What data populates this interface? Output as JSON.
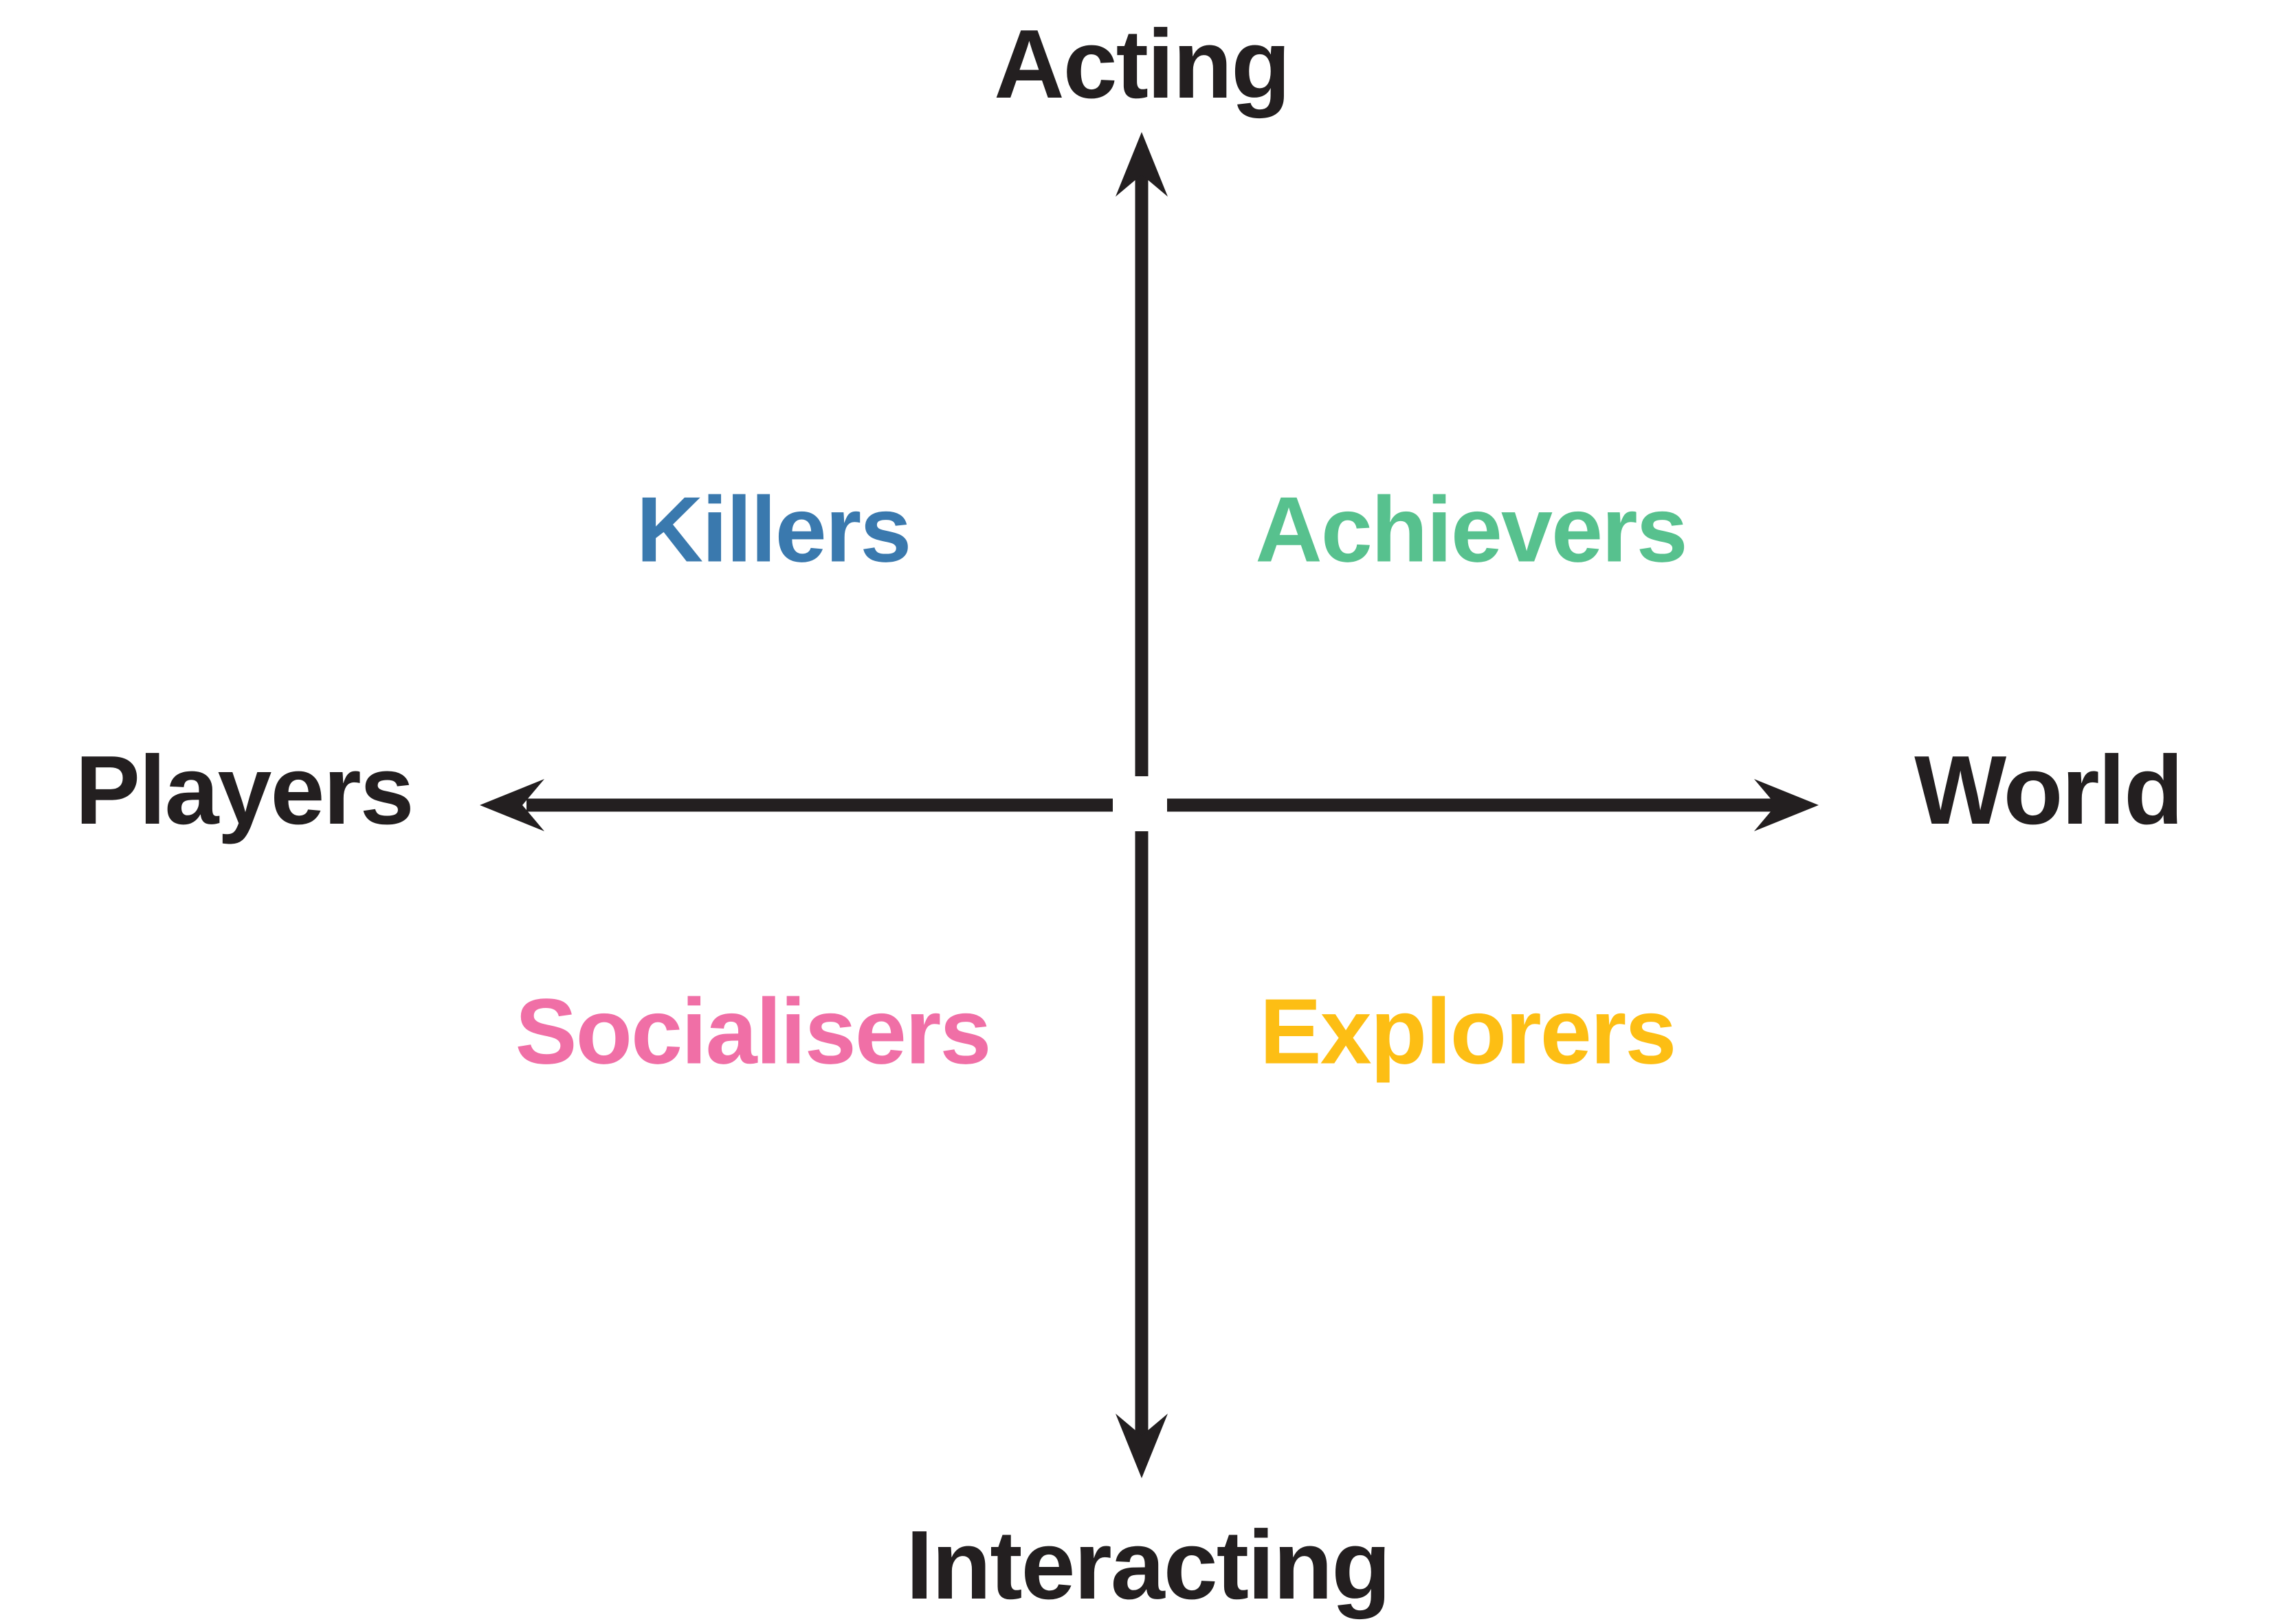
{
  "diagram": {
    "type": "quadrant-diagram",
    "axes": {
      "top": "Acting",
      "bottom": "Interacting",
      "left": "Players",
      "right": "World"
    },
    "quadrants": [
      {
        "id": "killers",
        "label": "Killers",
        "color": "#3A79AE",
        "position": "top-left"
      },
      {
        "id": "achievers",
        "label": "Achievers",
        "color": "#57C18E",
        "position": "top-right"
      },
      {
        "id": "socialisers",
        "label": "Socialisers",
        "color": "#F06FA6",
        "position": "bottom-left"
      },
      {
        "id": "explorers",
        "label": "Explorers",
        "color": "#FDBE14",
        "position": "bottom-right"
      }
    ],
    "colors": {
      "axis": "#231F20",
      "background": "#FFFFFF"
    }
  }
}
